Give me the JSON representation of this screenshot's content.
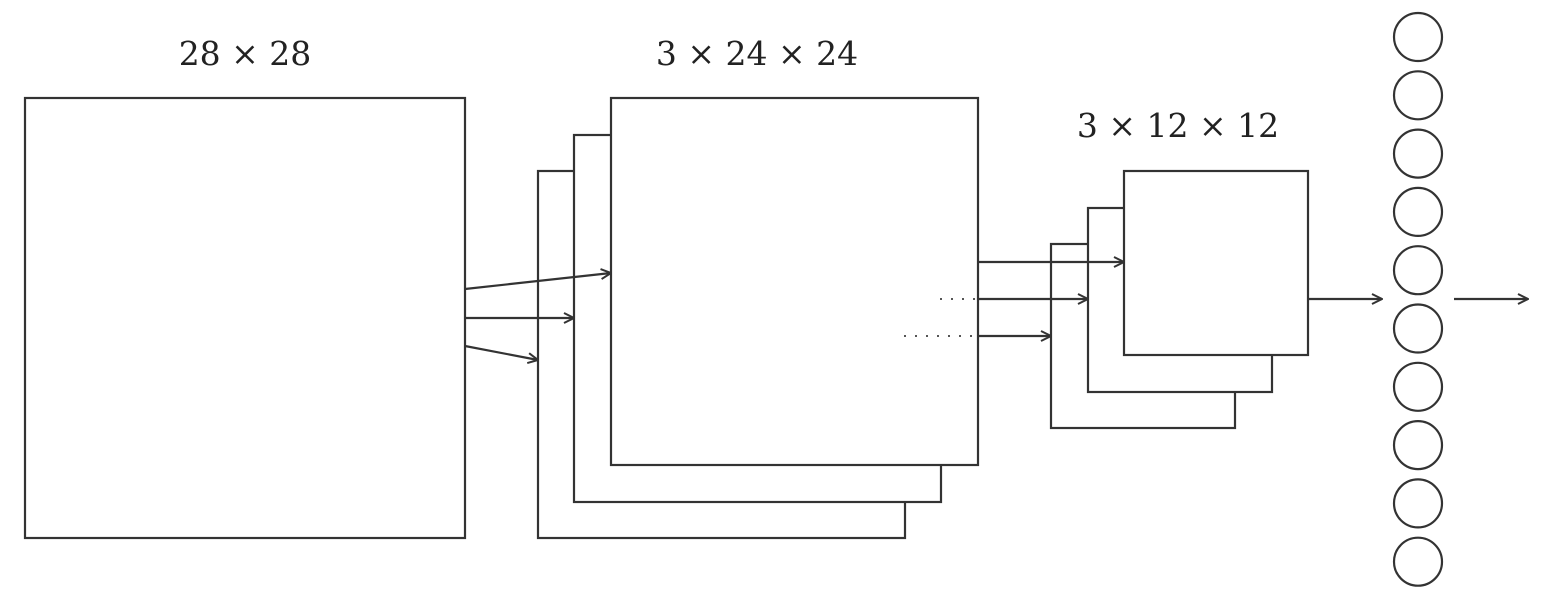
{
  "labels": {
    "input": "28 × 28",
    "conv": "3 × 24 × 24",
    "pool": "3 × 12 × 12"
  },
  "conv_feature_maps": 3,
  "pool_feature_maps": 3,
  "output_neurons": 10,
  "colors": {
    "stroke": "#333333",
    "background": "#ffffff"
  }
}
